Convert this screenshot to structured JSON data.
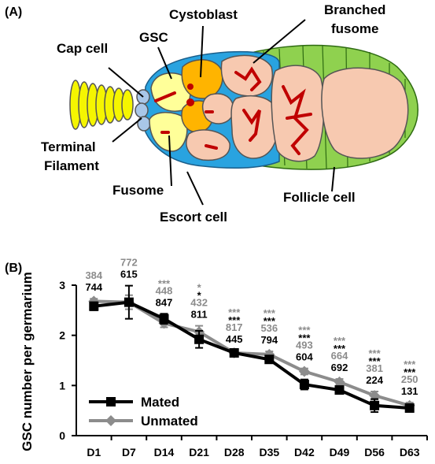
{
  "panel_a": {
    "label": "(A)",
    "labels": {
      "cystoblast": "Cystoblast",
      "branched": "Branched",
      "fusome_top": "fusome",
      "cap_cell": "Cap cell",
      "gsc": "GSC",
      "terminal": "Terminal",
      "filament": "Filament",
      "fusome": "Fusome",
      "escort_cell": "Escort cell",
      "follicle_cell": "Follicle cell"
    },
    "colors": {
      "terminal_filament": "#f5f500",
      "cap_cell": "#a9c7e8",
      "escort_cell": "#29a3e0",
      "gsc": "#ffff99",
      "cystoblast": "#ffb400",
      "cyst": "#f7c9b0",
      "fusome": "#c00000",
      "follicle_cell": "#8fd14f"
    }
  },
  "panel_b": {
    "label": "(B)"
  },
  "chart_data": {
    "type": "line",
    "title": "",
    "xlabel": "",
    "ylabel": "GSC number per germarium",
    "categories": [
      "D1",
      "D7",
      "D14",
      "D21",
      "D28",
      "D35",
      "D42",
      "D49",
      "D56",
      "D63"
    ],
    "ylim": [
      0,
      3
    ],
    "yticks": [
      0,
      1,
      2,
      3
    ],
    "legend": "bottom-left",
    "series": [
      {
        "name": "Mated",
        "color": "#000000",
        "marker": "square",
        "values": [
          2.58,
          2.66,
          2.33,
          1.92,
          1.65,
          1.52,
          1.02,
          0.91,
          0.6,
          0.55
        ],
        "errors": [
          0.08,
          0.33,
          0.1,
          0.17,
          0.05,
          0.06,
          0.1,
          0.05,
          0.13,
          0.07
        ],
        "n": [
          "744",
          "615",
          "847",
          "811",
          "445",
          "794",
          "604",
          "692",
          "224",
          "131"
        ],
        "sig": [
          "",
          "",
          "",
          "*",
          "***",
          "***",
          "***",
          "***",
          "***",
          "***"
        ]
      },
      {
        "name": "Unmated",
        "color": "#8c8c8c",
        "marker": "diamond",
        "values": [
          2.68,
          2.66,
          2.24,
          2.07,
          1.65,
          1.62,
          1.28,
          1.07,
          0.8,
          0.6
        ],
        "errors": [
          0.05,
          0.14,
          0.08,
          0.12,
          0.05,
          0.06,
          0.06,
          0.06,
          0.08,
          0.06
        ],
        "n": [
          "384",
          "772",
          "448",
          "432",
          "817",
          "536",
          "493",
          "664",
          "381",
          "250"
        ],
        "sig": [
          "",
          "",
          "***",
          "*",
          "***",
          "***",
          "***",
          "***",
          "***",
          "***"
        ]
      }
    ]
  }
}
